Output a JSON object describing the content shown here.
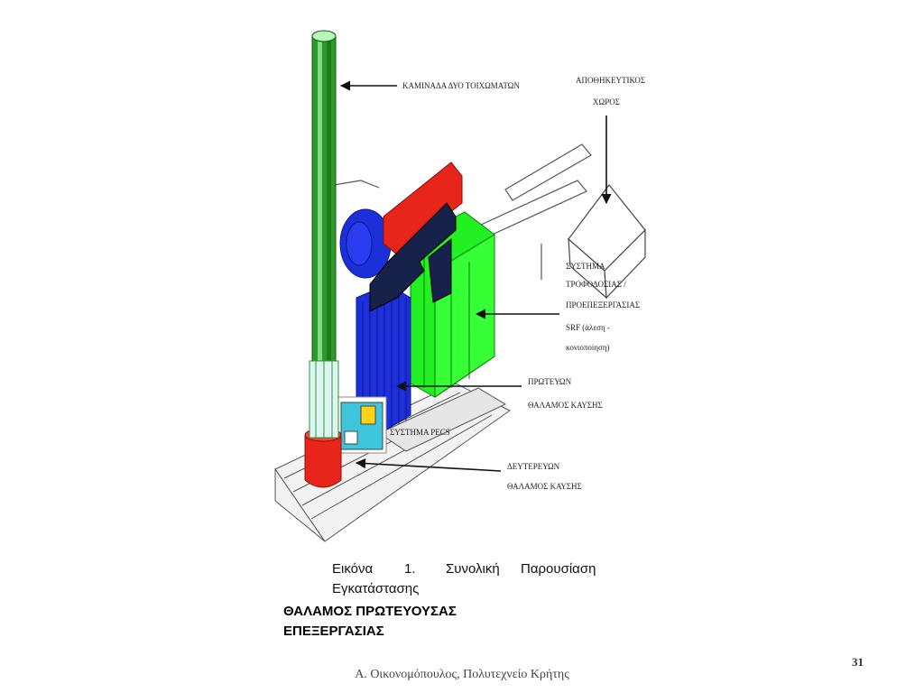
{
  "labels": {
    "chimney": "ΚΑΜΙΝΑΔΑ ΔΥΟ ΤΟΙΧΩΜΑΤΩΝ",
    "storage_line1": "ΑΠΟΘΗΚΕΥΤΙΚΟΣ",
    "storage_line2": "ΧΩΡΟΣ",
    "feed_line1": "ΣΥΣΤΗΜΑ",
    "feed_line2": "ΤΡΟΦΟΔΟΣΙΑΣ /",
    "feed_line3": "ΠΡΟΕΠΕΞΕΡΓΑΣΙΑΣ",
    "feed_line4": "SRF (άλεση -",
    "feed_line5": "κονιοποίηση)",
    "primary_line1": "ΠΡΩΤΕΥΩΝ",
    "primary_line2": "ΘΑΛΑΜΟΣ ΚΑΥΣΗΣ",
    "pecs": "ΣΥΣΤΗΜΑ PECS",
    "secondary_line1": "ΔΕΥΤΕΡΕΥΩΝ",
    "secondary_line2": "ΘΑΛΑΜΟΣ ΚΑΥΣΗΣ"
  },
  "caption": {
    "word1": "Εικόνα",
    "word2": "1.",
    "word3": "Συνολική",
    "word4": "Παρουσίαση",
    "line2": "Εγκατάστασης"
  },
  "heading": {
    "line1": "ΘΑΛΑΜΟΣ ΠΡΩΤΕΥΟΥΣΑΣ",
    "line2": "ΕΠΕΞΕΡΓΑΣΙΑΣ"
  },
  "page_number": "31",
  "footer": "Α. Οικονομόπουλος, Πολυτεχνείο Κρήτης",
  "colors": {
    "chimney": "#2e9a2e",
    "red": "#e8251b",
    "navy": "#16224a",
    "blue": "#1d2fd8",
    "green": "#22f022",
    "cyan": "#3ec6de"
  }
}
